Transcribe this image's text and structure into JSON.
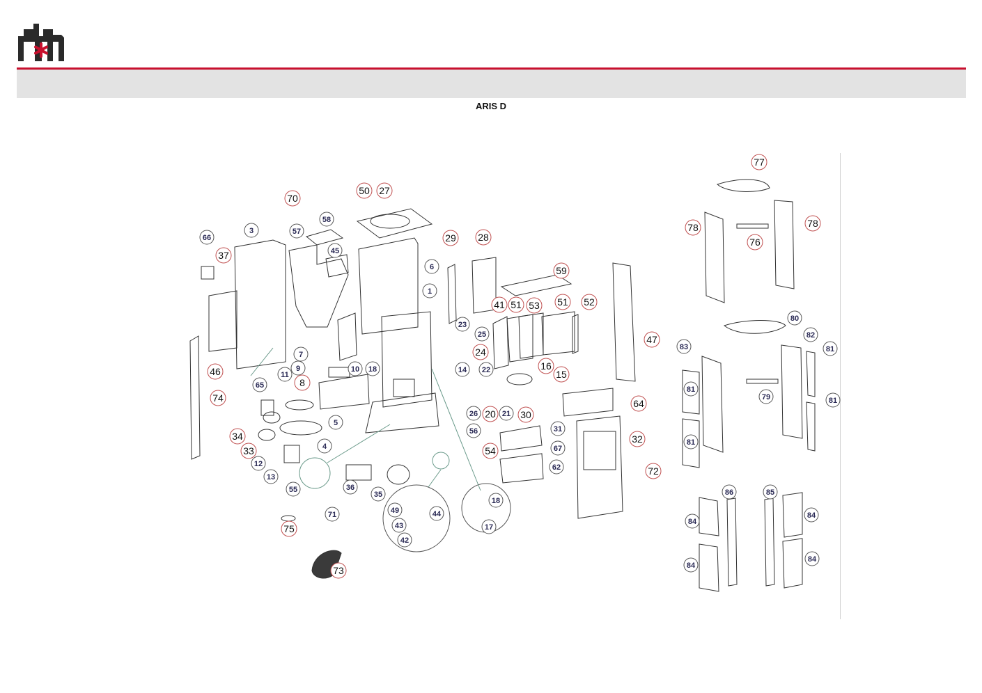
{
  "header": {
    "title": "ARIS D",
    "brand_color": "#c8102e",
    "band_color": "#e3e3e3"
  },
  "logo": {
    "icon": "brand-logo-icon"
  },
  "callouts_left": [
    "1",
    "3",
    "4",
    "5",
    "6",
    "7",
    "8",
    "9",
    "10",
    "11",
    "12",
    "13",
    "14",
    "15",
    "16",
    "17",
    "18",
    "20",
    "21",
    "22",
    "23",
    "24",
    "25",
    "26",
    "27",
    "28",
    "29",
    "30",
    "31",
    "32",
    "33",
    "34",
    "35",
    "36",
    "37",
    "41",
    "42",
    "43",
    "44",
    "45",
    "46",
    "47",
    "49",
    "50",
    "51",
    "52",
    "53",
    "54",
    "55",
    "56",
    "57",
    "58",
    "59",
    "62",
    "64",
    "65",
    "66",
    "67",
    "70",
    "71",
    "72",
    "73",
    "74",
    "75"
  ],
  "callouts_right": [
    "76",
    "77",
    "78",
    "79",
    "80",
    "81",
    "82",
    "83",
    "84",
    "85",
    "86"
  ]
}
